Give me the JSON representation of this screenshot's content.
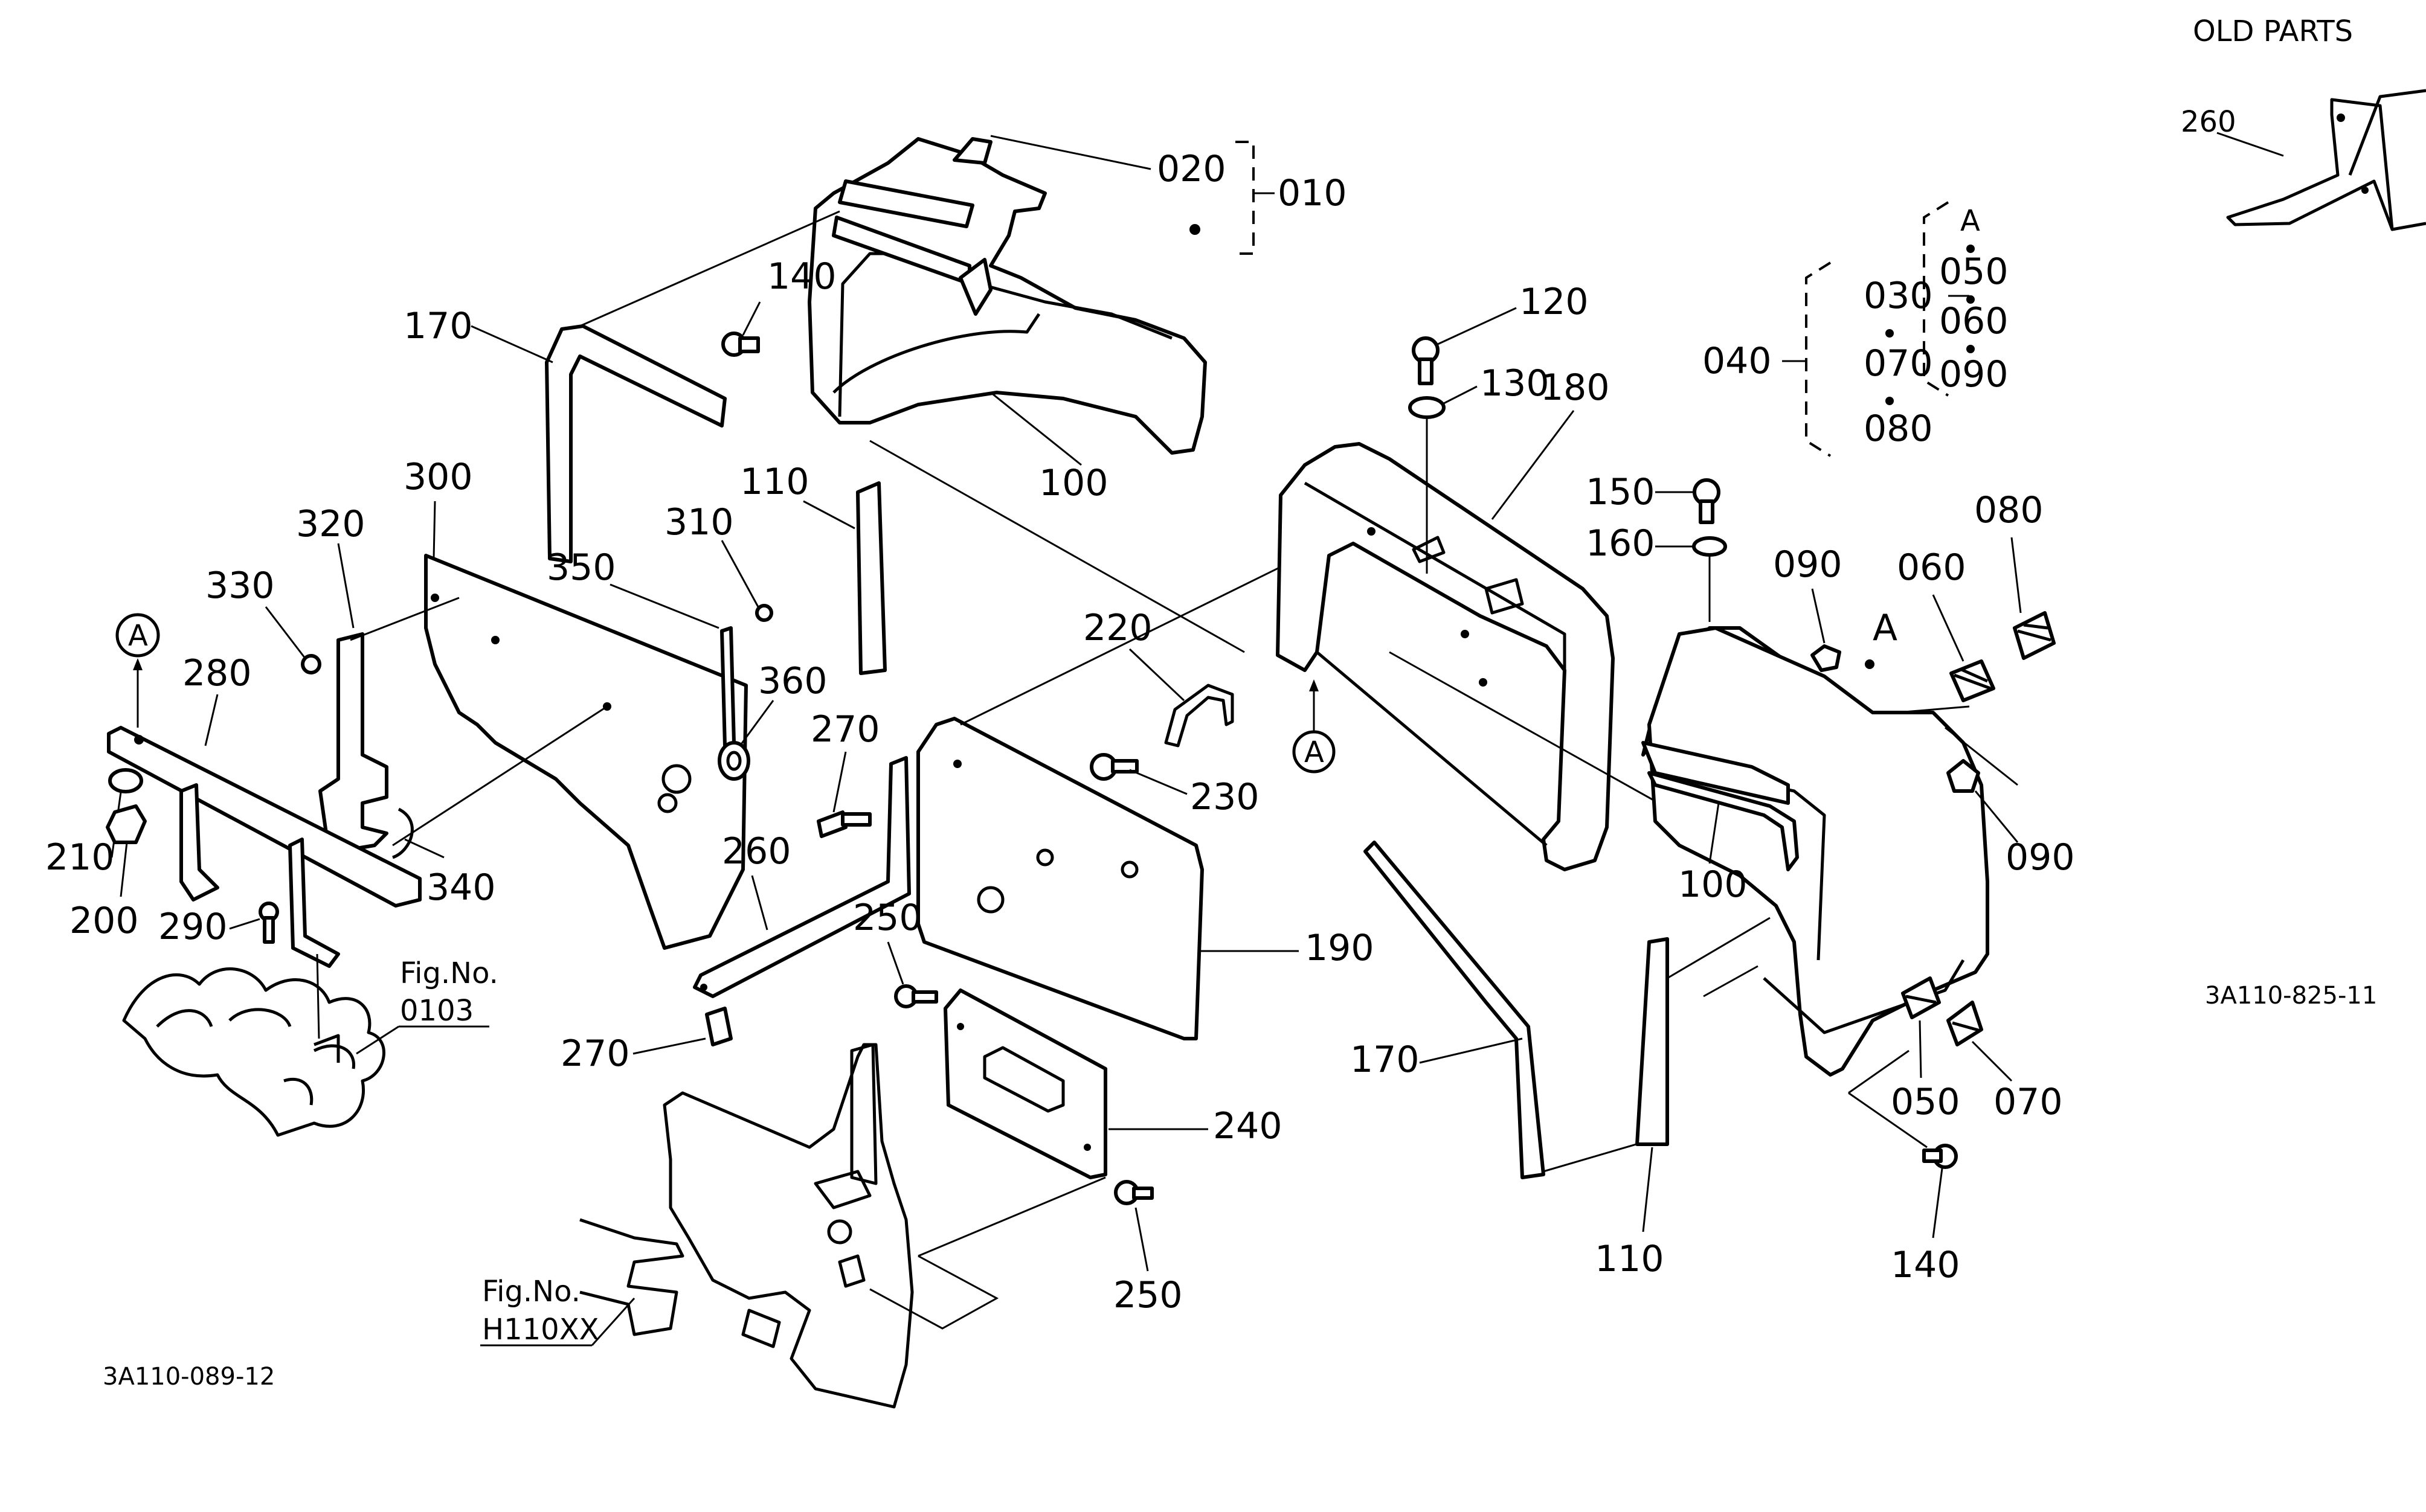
{
  "header": {
    "old_parts_title": "OLD PARTS",
    "old_parts_callout": "260"
  },
  "codes": {
    "main": "3A110-089-12",
    "side": "3A110-825-11"
  },
  "figure_refs": [
    {
      "line1": "Fig.No.",
      "line2": "0103"
    },
    {
      "line1": "Fig.No.",
      "line2": "H110XX"
    }
  ],
  "detail_marks": {
    "a": "A"
  },
  "group_labels": {
    "g010": "010",
    "g040": "040",
    "g030": "030",
    "g070": "070",
    "g080": "080",
    "gA": "A",
    "g050": "050",
    "g060": "060",
    "g090": "090"
  },
  "callouts": {
    "c020": "020",
    "c140a": "140",
    "c170a": "170",
    "c100a": "100",
    "c110a": "110",
    "c300": "300",
    "c320": "320",
    "c310": "310",
    "c350": "350",
    "c330": "330",
    "c360": "360",
    "c280": "280",
    "c210": "210",
    "c200": "200",
    "c340": "340",
    "c290": "290",
    "c270a": "270",
    "c260": "260",
    "c270b": "270",
    "c220": "220",
    "c230": "230",
    "c250a": "250",
    "c190": "190",
    "c240": "240",
    "c250b": "250",
    "c120": "120",
    "c130": "130",
    "c180": "180",
    "c150": "150",
    "c160": "160",
    "c090a": "090",
    "c080": "080",
    "c060": "060",
    "cA": "A",
    "c090b": "090",
    "c100b": "100",
    "c170b": "170",
    "c110b": "110",
    "c050": "050",
    "c070": "070",
    "c140b": "140"
  }
}
